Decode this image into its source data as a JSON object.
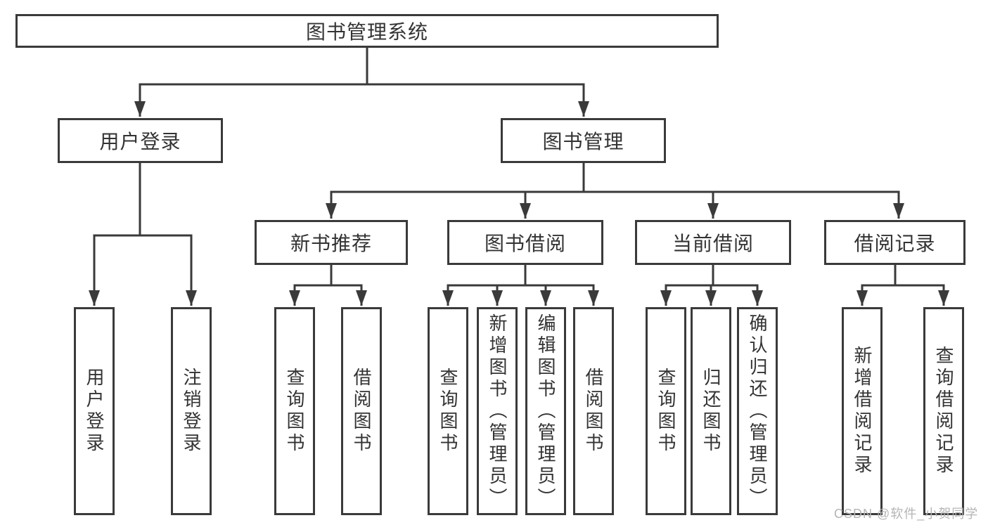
{
  "diagram": {
    "root": {
      "label": "图书管理系统"
    },
    "level2": [
      {
        "id": "user-login",
        "label": "用户登录"
      },
      {
        "id": "book-management",
        "label": "图书管理"
      }
    ],
    "level3": [
      {
        "id": "new-book-recommend",
        "parent": "图书管理",
        "label": "新书推荐"
      },
      {
        "id": "book-borrowing",
        "parent": "图书管理",
        "label": "图书借阅"
      },
      {
        "id": "current-borrowing",
        "parent": "图书管理",
        "label": "当前借阅"
      },
      {
        "id": "borrowing-records",
        "parent": "图书管理",
        "label": "借阅记录"
      }
    ],
    "leaves": [
      {
        "parent": "用户登录",
        "label": "用户登录"
      },
      {
        "parent": "用户登录",
        "label": "注销登录"
      },
      {
        "parent": "新书推荐",
        "label": "查询图书"
      },
      {
        "parent": "新书推荐",
        "label": "借阅图书"
      },
      {
        "parent": "图书借阅",
        "label": "查询图书"
      },
      {
        "parent": "图书借阅",
        "label": "新增图书（管理员）"
      },
      {
        "parent": "图书借阅",
        "label": "编辑图书（管理员）"
      },
      {
        "parent": "图书借阅",
        "label": "借阅图书"
      },
      {
        "parent": "当前借阅",
        "label": "查询图书"
      },
      {
        "parent": "当前借阅",
        "label": "归还图书"
      },
      {
        "parent": "当前借阅",
        "label": "确认归还（管理员）"
      },
      {
        "parent": "借阅记录",
        "label": "新增借阅记录"
      },
      {
        "parent": "借阅记录",
        "label": "查询借阅记录"
      }
    ]
  },
  "watermark": "CSDN @软件_小贺同学",
  "colors": {
    "line": "#3a3a3a",
    "text": "#333333",
    "watermark": "#b5b5b5",
    "background": "#ffffff"
  }
}
